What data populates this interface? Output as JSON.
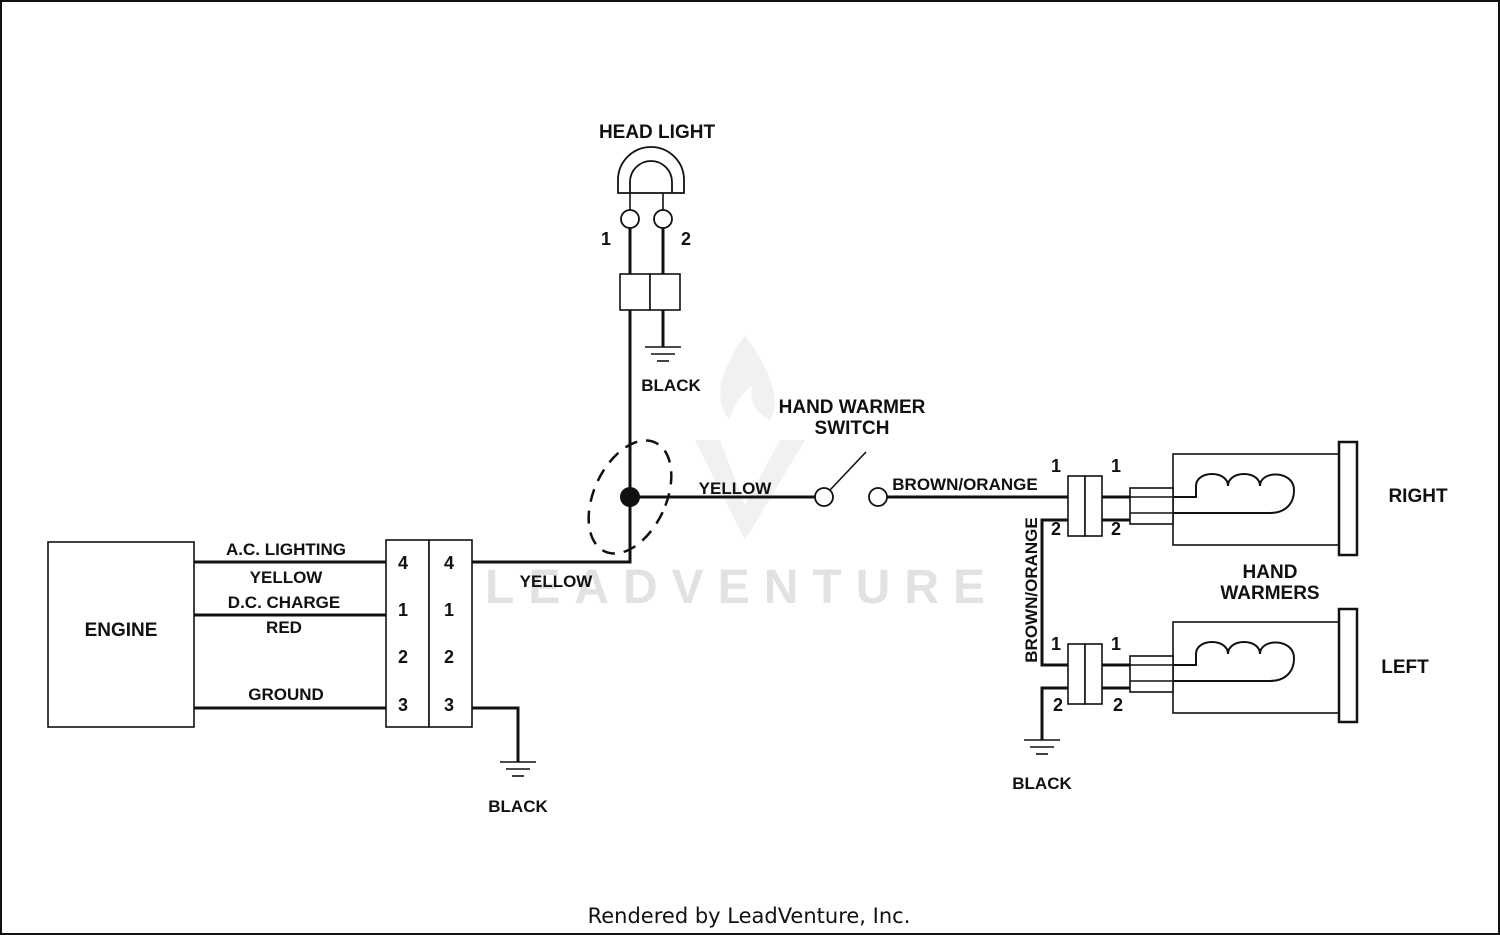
{
  "watermark": "LEADVENTURE",
  "components": {
    "engine": "ENGINE",
    "head_light": "HEAD LIGHT",
    "hand_warmer_switch": [
      "HAND WARMER",
      "SWITCH"
    ],
    "hand_warmers": [
      "HAND",
      "WARMERS"
    ],
    "right": "RIGHT",
    "left": "LEFT"
  },
  "wires": {
    "ac_lighting": "A.C. LIGHTING",
    "yellow_1": "YELLOW",
    "dc_charge": "D.C. CHARGE",
    "red": "RED",
    "ground": "GROUND",
    "yellow_2": "YELLOW",
    "yellow_3": "YELLOW",
    "brown_orange_1": "BROWN/ORANGE",
    "brown_orange_2": "BROWN/ORANGE",
    "black_engine": "BLACK",
    "black_headlight": "BLACK",
    "black_warmers": "BLACK"
  },
  "engine_connector": {
    "left_pins": [
      "4",
      "1",
      "2",
      "3"
    ],
    "right_pins": [
      "4",
      "1",
      "2",
      "3"
    ]
  },
  "headlight_pins": [
    "1",
    "2"
  ],
  "warmer_pins": {
    "right_outer": [
      "1",
      "2"
    ],
    "right_inner": [
      "1",
      "2"
    ],
    "left_outer": [
      "1",
      "2"
    ],
    "left_inner": [
      "1",
      "2"
    ]
  },
  "footer": "Rendered by LeadVenture, Inc."
}
